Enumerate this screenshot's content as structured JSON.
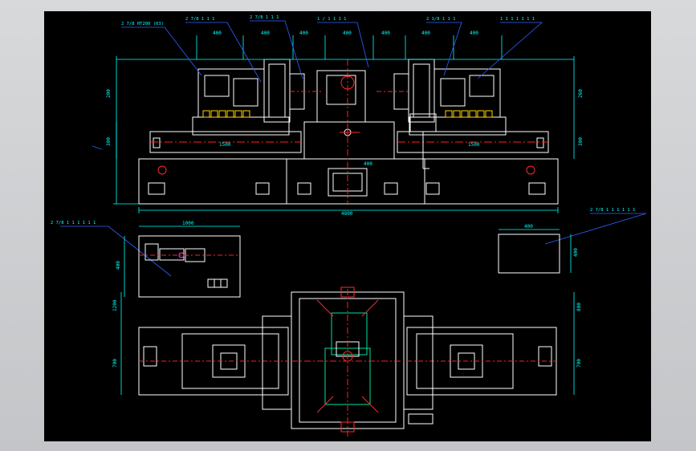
{
  "colors": {
    "background": "#000000",
    "frame": "#c8cacc",
    "outline": "#ffffff",
    "dimension": "#00ffff",
    "leader": "#3060ff",
    "centerline": "#ff2020",
    "accent_red": "#ff2a2a",
    "accent_yellow": "#ffd400",
    "accent_green": "#00e0a0",
    "accent_magenta": "#ff40ff"
  },
  "icons": {
    "caution_triangle": "caution-triangle-icon"
  },
  "labels": {
    "callout_top_1": "2 7/8 HT200 (03)",
    "callout_top_2": "2 7/8 1 1 1",
    "callout_top_3": "2 7/8 1 1 1",
    "callout_top_4": "1 / 1 1 1 1",
    "callout_top_5": "2 1/8 1 1 1",
    "callout_top_6": "1 1 1 1 1 1 1",
    "callout_left_mid": "2 7/8 1 1 1 1 1 1",
    "callout_right_mid": "2 7/8 1 1 1 1 1 1"
  },
  "dimensions": {
    "top_row": [
      "400",
      "400",
      "400",
      "400",
      "400",
      "400",
      "400"
    ],
    "left_heights": [
      "200",
      "300"
    ],
    "right_heights": [
      "260",
      "300"
    ],
    "slide_left": "1500",
    "slide_right": "1500",
    "base_overall": "4800",
    "panel_left_width": "1000",
    "panel_right_width": "400",
    "panel_left_height": "400",
    "panel_right_height": "400",
    "plan_left": [
      "1200",
      "700"
    ],
    "plan_right": [
      "800",
      "700"
    ],
    "center_small": "400"
  }
}
